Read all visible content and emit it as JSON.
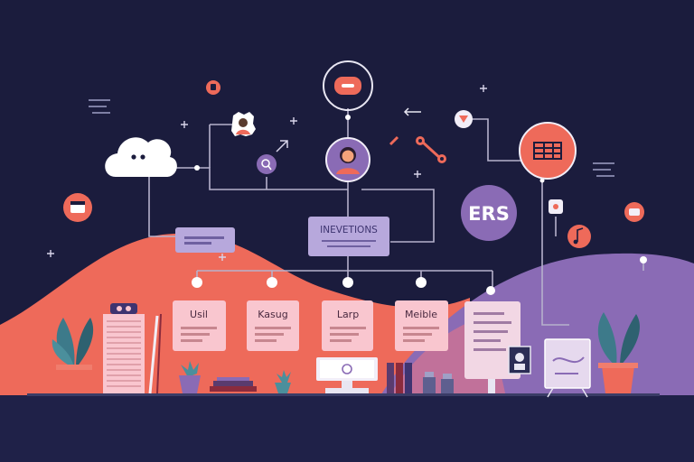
{
  "colors": {
    "background": "#1b1c3d",
    "coral": "#ee6a5a",
    "purple": "#8a6bb5",
    "lavender": "#b7a8dc",
    "pink_card": "#f9c6cf",
    "line": "#b6b1cc",
    "white": "#ffffff",
    "floor": "#1f2148"
  },
  "diagram": {
    "center_label": "INEVETIONS",
    "top_right_badge": "ERS",
    "cards": [
      {
        "label": "Usil"
      },
      {
        "label": "Kasug"
      },
      {
        "label": "Larp"
      },
      {
        "label": "Meible"
      }
    ]
  },
  "icons": [
    "cloud-icon",
    "avatar-icon",
    "user-avatar-icon",
    "chat-bubble-icon",
    "table-grid-icon",
    "music-note-icon",
    "calendar-icon",
    "play-icon",
    "search-icon",
    "server-rack-icon",
    "plant-icon",
    "laptop-icon",
    "document-icon",
    "whiteboard-icon",
    "books-icon",
    "cup-icon"
  ]
}
